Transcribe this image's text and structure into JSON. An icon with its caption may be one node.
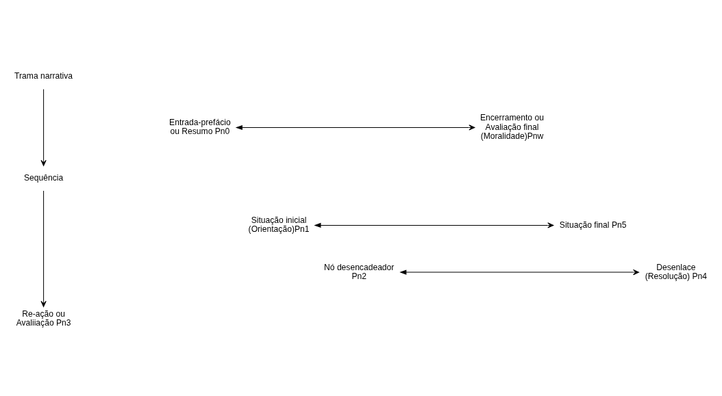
{
  "diagram": {
    "nodes": [
      {
        "text": [
          "Trama narrativa"
        ]
      },
      {
        "text": [
          "Entrada-prefácio ou Resumo Pn0"
        ]
      },
      {
        "text": [
          "Encerramento ou Avaliação final (Moralidade)Pnw"
        ]
      },
      {
        "text": [
          "Sequência"
        ]
      },
      {
        "text": [
          "Situação inicial (Orientação)Pn1"
        ]
      },
      {
        "text": [
          "Situação final Pn5"
        ]
      },
      {
        "text": [
          "Nó desencadeador Pn2"
        ]
      },
      {
        "text": [
          "Desenlace (Resolução) Pn4"
        ]
      },
      {
        "text": [
          "Re-ação ou Avaliiação Pn3"
        ]
      }
    ],
    "edges": [
      {
        "from": 0,
        "to": 3,
        "arrow": "to"
      },
      {
        "from": 1,
        "to": 2,
        "arrow": "both"
      },
      {
        "from": 3,
        "to": 8,
        "arrow": "to"
      },
      {
        "from": 4,
        "to": 5,
        "arrow": "both"
      },
      {
        "from": 6,
        "to": 7,
        "arrow": "both"
      }
    ]
  }
}
